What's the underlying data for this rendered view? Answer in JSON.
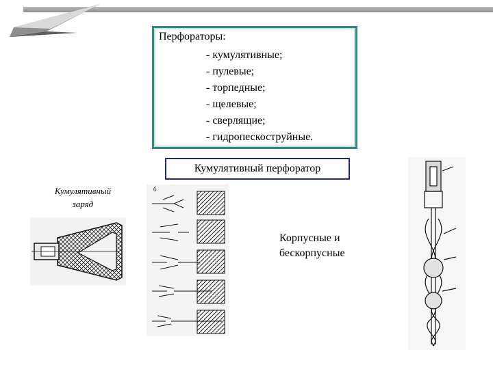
{
  "list": {
    "title": "Перфораторы:",
    "items": [
      "- кумулятивные;",
      "- пулевые;",
      "- торпедные;",
      "- щелевые;",
      "- сверлящие;",
      "- гидропескоструйные."
    ]
  },
  "heading": "Кумулятивный перфоратор",
  "charge_label": [
    "Кумулятивный",
    "заряд"
  ],
  "note": [
    "Корпусные и",
    "бескорпусные"
  ],
  "figure_letter": "б",
  "colors": {
    "box_border": "#2e8a7f",
    "title_border": "#1d2b7a",
    "bar": "#9a9a9a"
  }
}
